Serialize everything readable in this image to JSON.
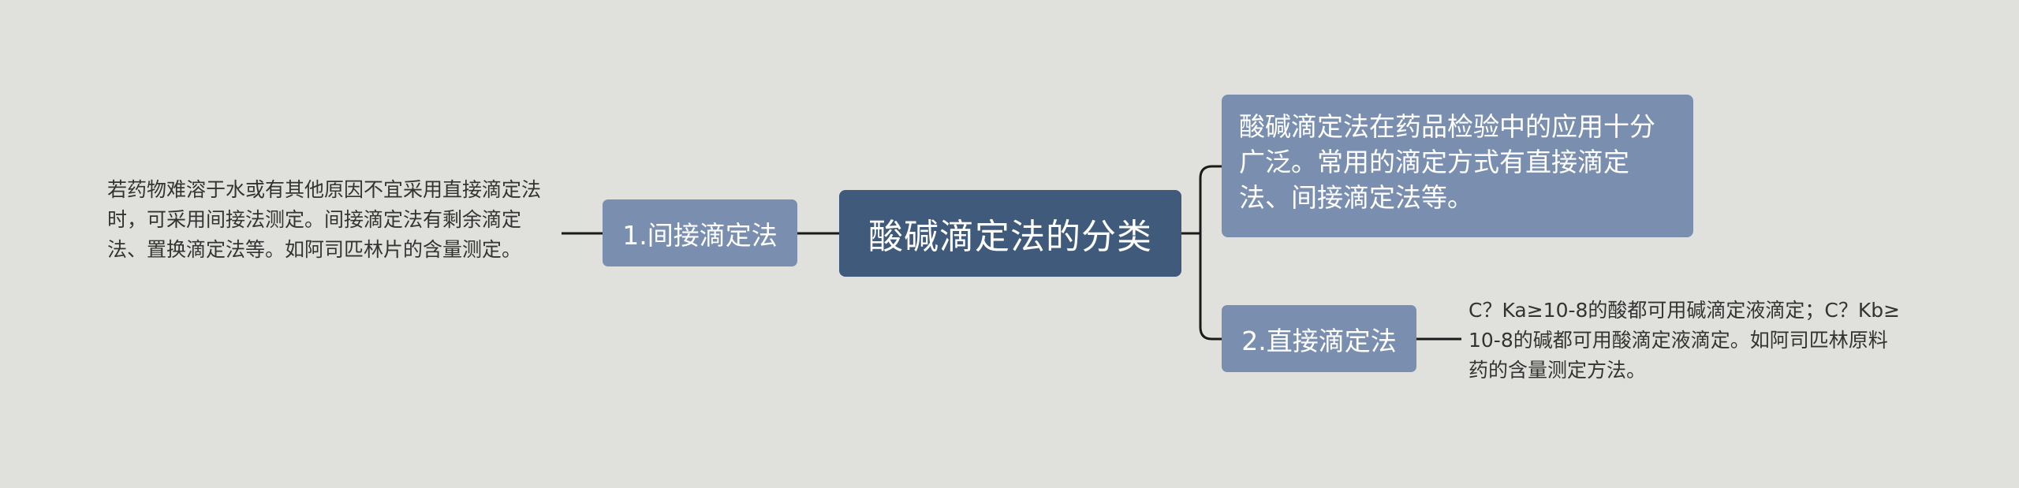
{
  "root": {
    "label": "酸碱滴定法的分类"
  },
  "branches": {
    "indirect": {
      "label": "1.间接滴定法",
      "detail": "若药物难溶于水或有其他原因不宜采用直接滴定法时，可采用间接法测定。间接滴定法有剩余滴定法、置换滴定法等。如阿司匹林片的含量测定。"
    },
    "overview": {
      "text": "酸碱滴定法在药品检验中的应用十分广泛。常用的滴定方式有直接滴定法、间接滴定法等。"
    },
    "direct": {
      "label": "2.直接滴定法",
      "detail": "C？Ka≥10-8的酸都可用碱滴定液滴定；C？Kb≥10-8的碱都可用酸滴定液滴定。如阿司匹林原料药的含量测定方法。"
    }
  },
  "colors": {
    "background": "#e0e1dc",
    "root_fill": "#3f5a7a",
    "branch_fill": "#7a8faf",
    "connector": "#1a1a1a",
    "leaf_text": "#333333"
  }
}
